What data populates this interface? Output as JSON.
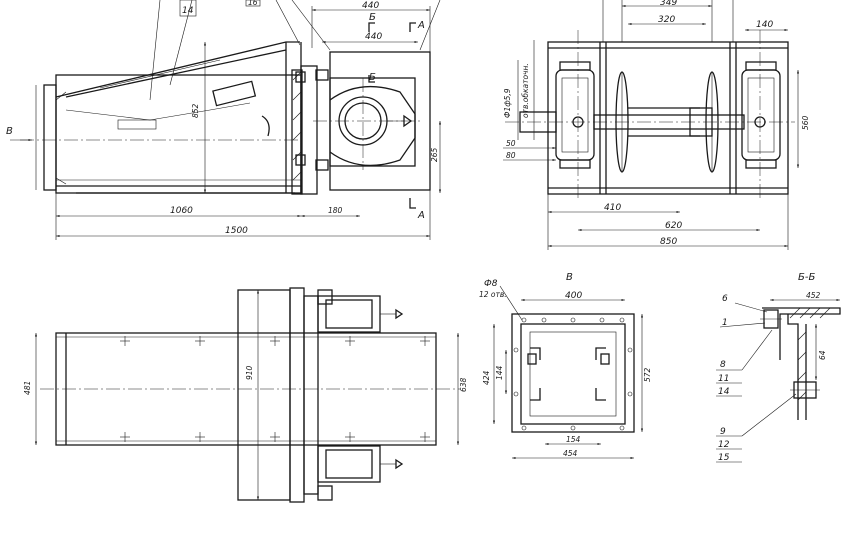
{
  "top_left_view": {
    "part_ids": [
      "14",
      "16"
    ],
    "section_marks": [
      "Б",
      "A",
      "Б",
      "A"
    ],
    "view_arrow": "B",
    "dims": [
      "440",
      "440",
      "852",
      "265",
      "1060",
      "180",
      "1500"
    ]
  },
  "top_right_view": {
    "dims": [
      "349",
      "320",
      "140",
      "Ф1ф5,9",
      "отв.обкаточн.",
      "50",
      "80",
      "560",
      "410",
      "620",
      "850"
    ]
  },
  "bottom_left_view": {
    "dims": [
      "481",
      "910",
      "638"
    ]
  },
  "view_b": {
    "title": "B",
    "hole_dim": "Ф8",
    "hole_count": "12 отв.",
    "dims": [
      "400",
      "424",
      "144",
      "572",
      "154",
      "454"
    ]
  },
  "section_bb": {
    "title": "Б-Б",
    "dims": [
      "452",
      "64"
    ],
    "parts": [
      "6",
      "1",
      "8",
      "11",
      "14",
      "9",
      "12",
      "15"
    ]
  }
}
